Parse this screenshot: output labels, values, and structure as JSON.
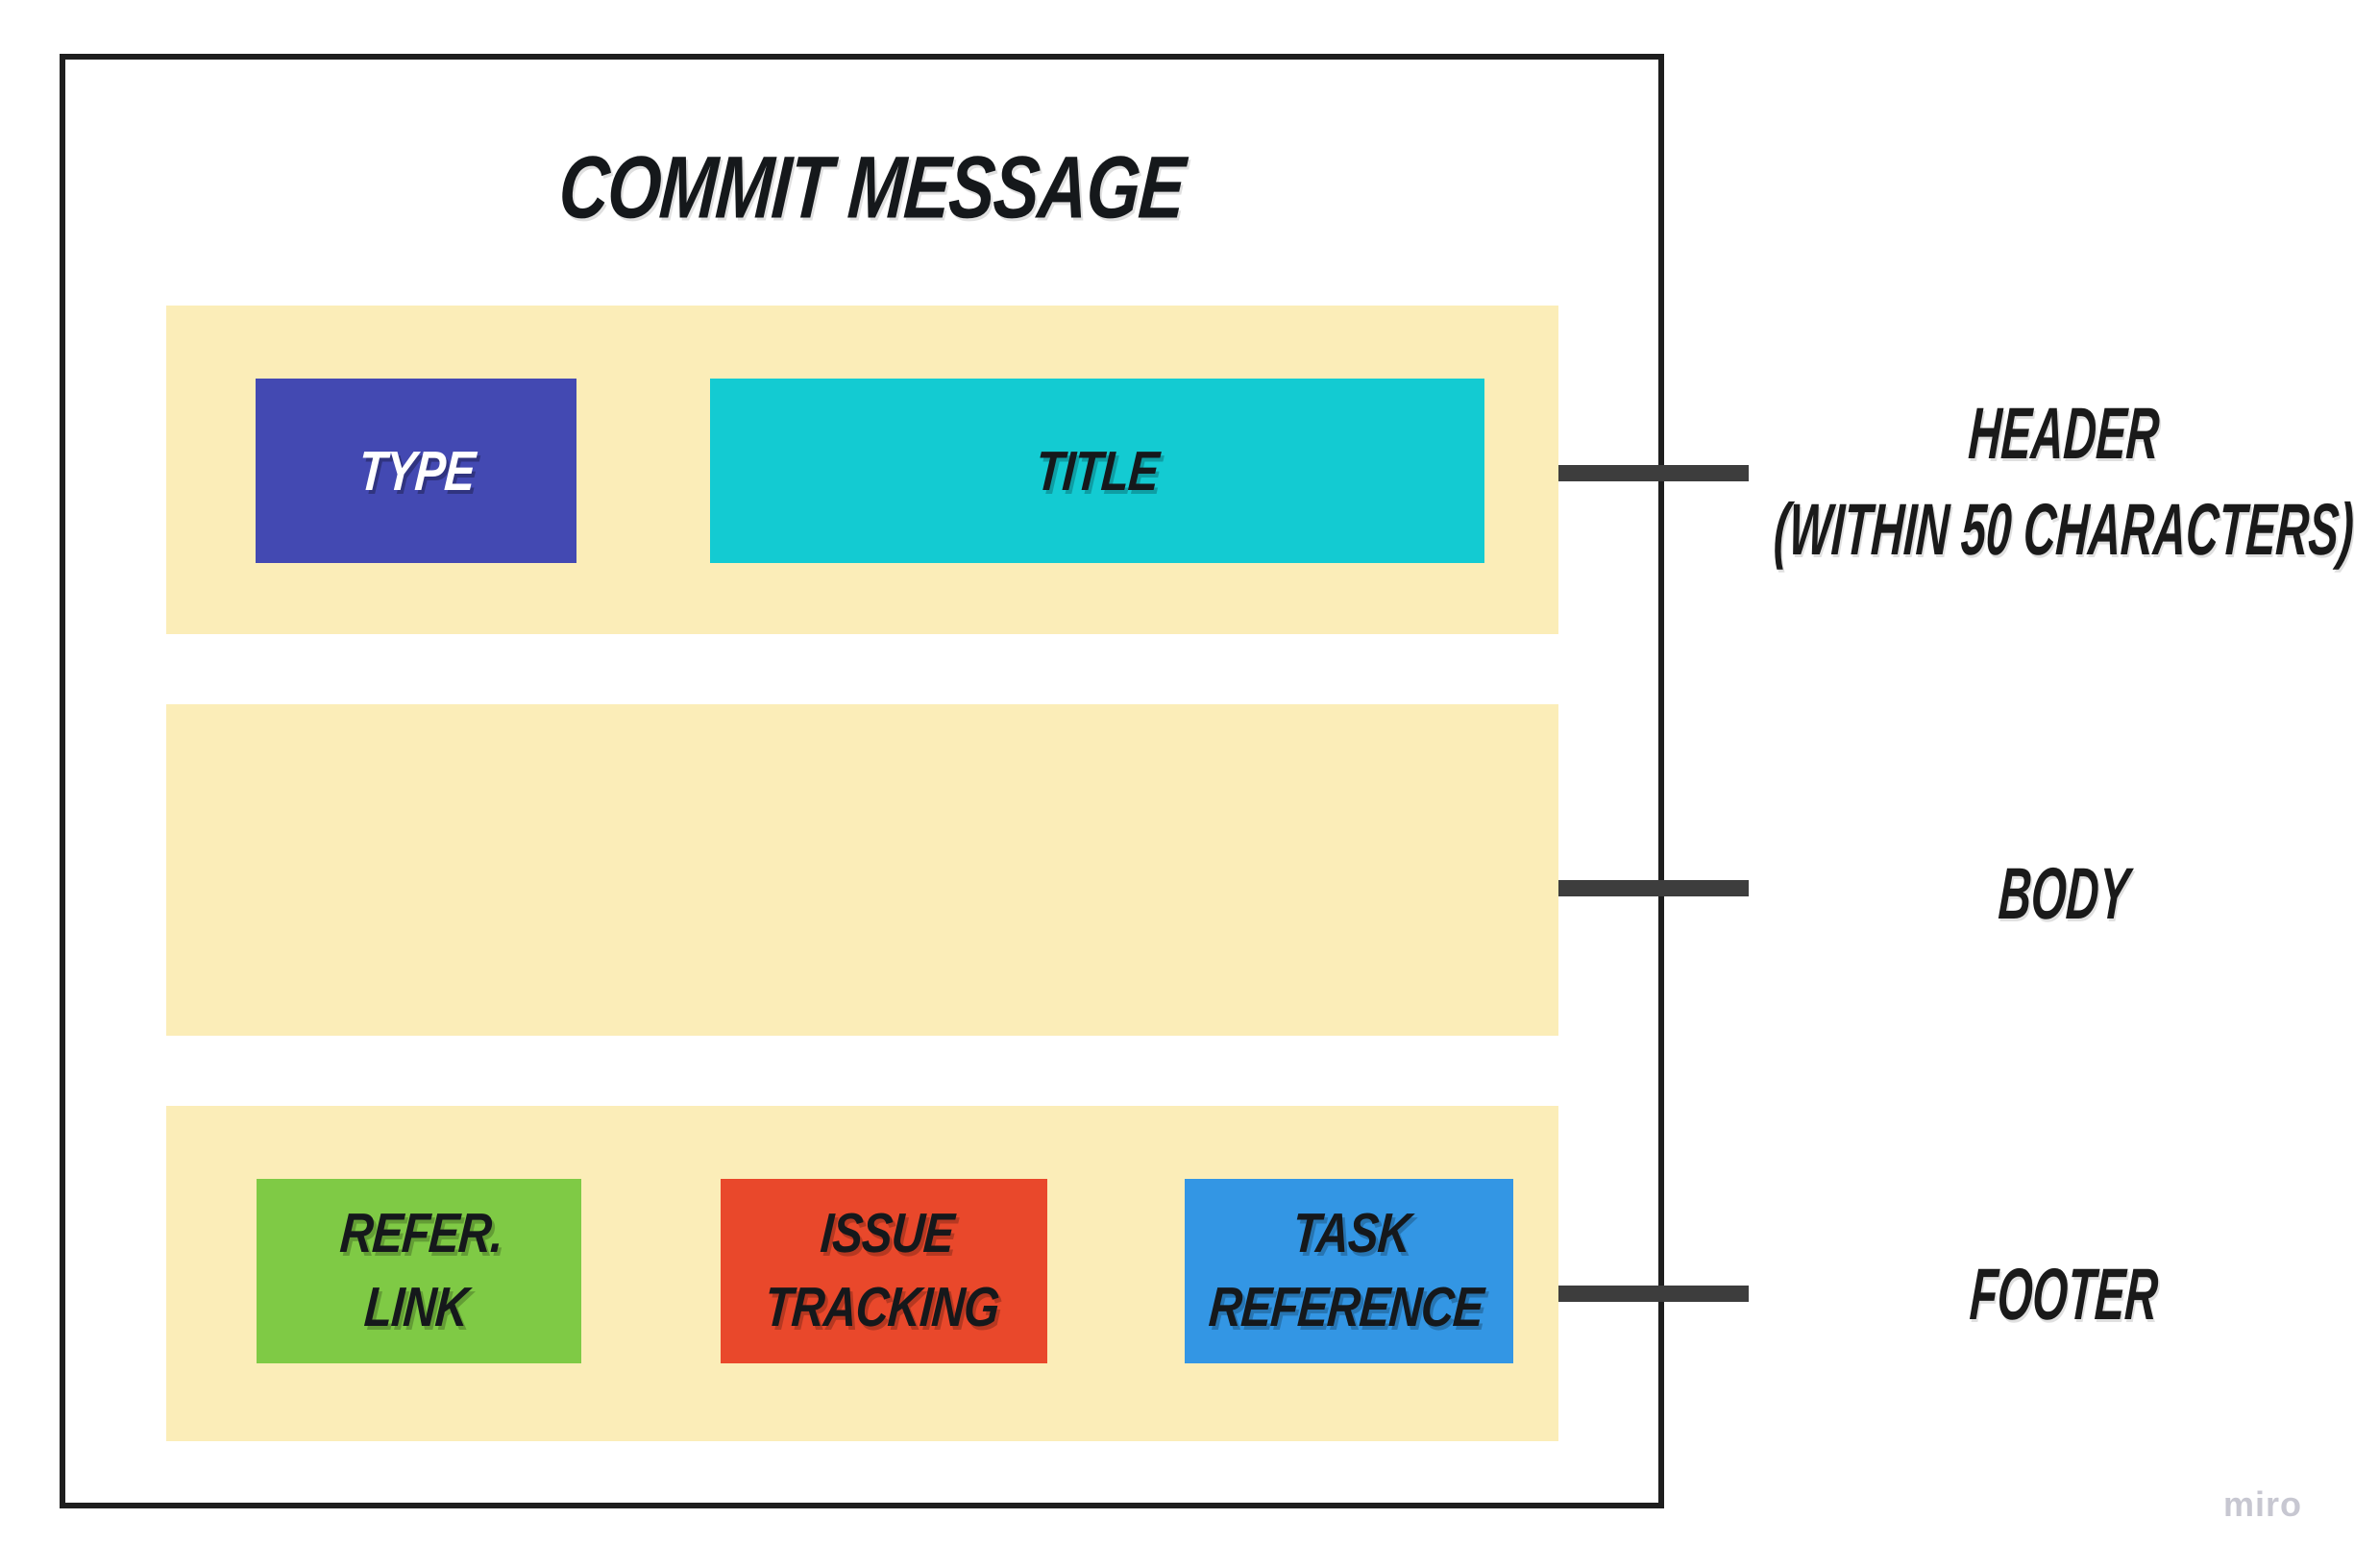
{
  "board": {
    "title": "COMMIT MESSAGE",
    "watermark": "miro"
  },
  "sections": {
    "header": {
      "background": "#FBEDB8",
      "blocks": {
        "type": {
          "label": "TYPE",
          "color": "#4349B2",
          "text_color": "#ffffff"
        },
        "title": {
          "label": "TITLE",
          "color": "#13CBD2",
          "text_color": "#15181b"
        }
      },
      "annotation": {
        "line1": "HEADER",
        "line2": "(WITHIN 50 CHARACTERS)"
      }
    },
    "body": {
      "background": "#FBEDB8",
      "annotation": {
        "line1": "BODY"
      }
    },
    "footer": {
      "background": "#FBEDB8",
      "blocks": {
        "refer_link": {
          "line1": "REFER.",
          "line2": "LINK",
          "color": "#7FCA45"
        },
        "issue_tracking": {
          "line1": "ISSUE",
          "line2": "TRACKING",
          "color": "#E9482B"
        },
        "task_reference": {
          "line1": "TASK",
          "line2": "REFERENCE",
          "color": "#3396E4"
        }
      },
      "annotation": {
        "line1": "FOOTER"
      }
    }
  },
  "colors": {
    "canvas_background": "#ffffff",
    "outline": "#1e1e1e",
    "section_fill": "#FBEDB8",
    "connector": "#3d3d3d",
    "annotation_text": "#1a1a1a",
    "watermark": "#c7c7d1"
  }
}
